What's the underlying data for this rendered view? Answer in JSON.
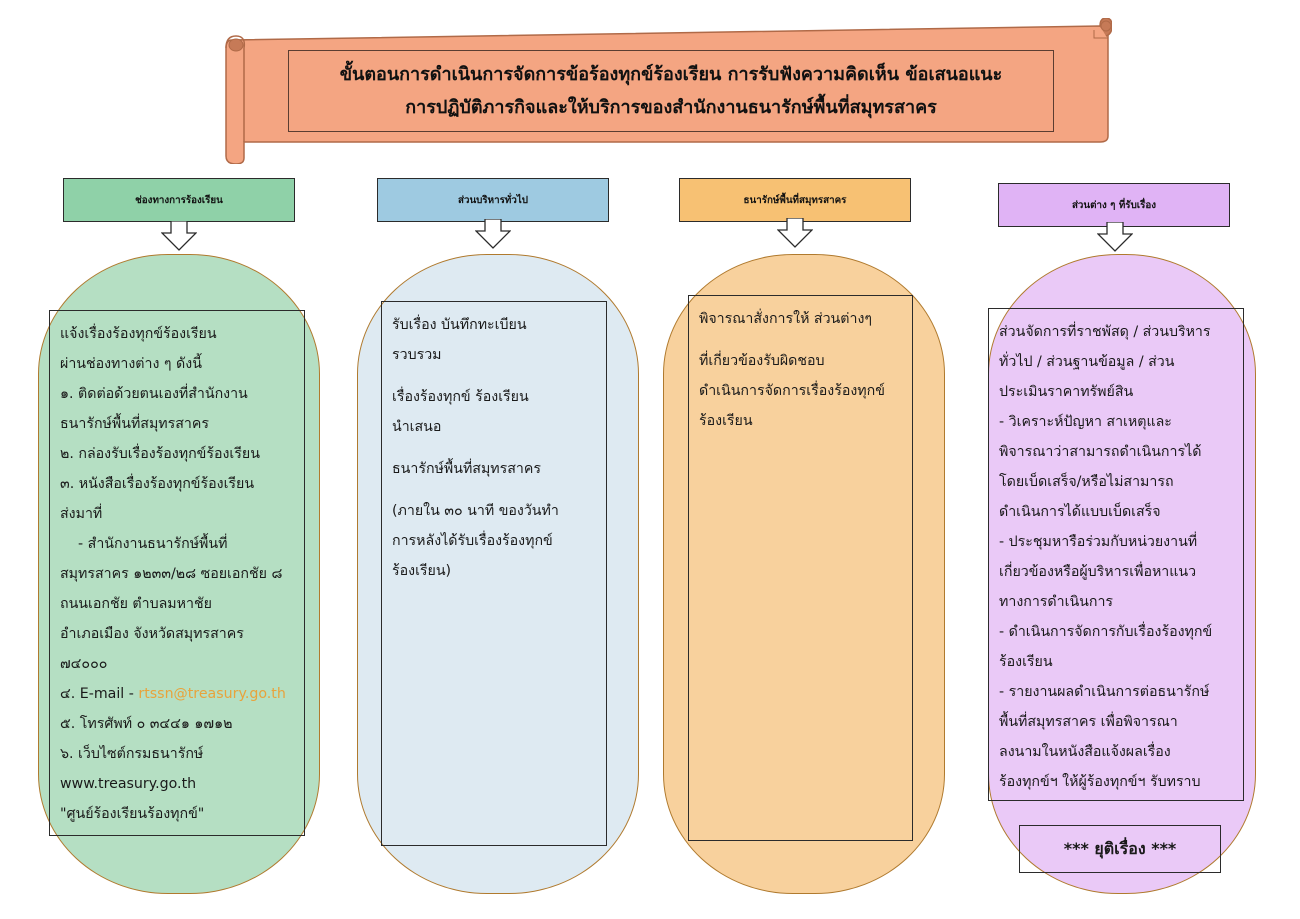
{
  "banner": {
    "title_line1": "ขั้นตอนการดำเนินการจัดการข้อร้องทุกข์ร้องเรียน การรับฟังความคิดเห็น ข้อเสนอแนะ",
    "title_line2": "การปฏิบัติภารกิจและให้บริการของสำนักงานธนารักษ์พื้นที่สมุทรสาคร",
    "fill_color": "#f4a582",
    "curl_color": "#c67a57"
  },
  "columns": [
    {
      "header": "ช่องทางการร้องเรียน",
      "header_color": "#8fd1a8",
      "body_color": "#b5dfc3",
      "lines": [
        "แจ้งเรื่องร้องทุกข์ร้องเรียน",
        "ผ่านช่องทางต่าง ๆ ดังนี้",
        "๑. ติดต่อด้วยตนเองที่สำนักงาน",
        "ธนารักษ์พื้นที่สมุทรสาคร",
        "๒. กล่องรับเรื่องร้องทุกข์ร้องเรียน",
        "๓. หนังสือเรื่องร้องทุกข์ร้องเรียน",
        "ส่งมาที่",
        "    - สำนักงานธนารักษ์พื้นที่",
        "สมุทรสาคร ๑๒๓๓/๒๘ ซอยเอกชัย ๘",
        "ถนนเอกชัย ตำบลมหาชัย",
        "อำเภอเมือง จังหวัดสมุทรสาคร",
        "๗๔๐๐๐"
      ],
      "email_label": "๔. E-mail - ",
      "email": "rtssn@treasury.go.th",
      "email_color": "#e8a33c",
      "lines_after": [
        "๕. โทรศัพท์ ๐ ๓๔๔๑ ๑๗๑๒",
        "๖. เว็บไซต์กรมธนารักษ์",
        "www.treasury.go.th",
        "\"ศูนย์ร้องเรียนร้องทุกข์\""
      ]
    },
    {
      "header": "ส่วนบริหารทั่วไป",
      "header_color": "#9ecae1",
      "body_color": "#deeaf2",
      "paragraphs": [
        [
          "รับเรื่อง บันทึกทะเบียน",
          "รวบรวม"
        ],
        [
          "เรื่องร้องทุกข์ ร้องเรียน",
          "นำเสนอ"
        ],
        [
          "ธนารักษ์พื้นที่สมุทรสาคร"
        ],
        [
          "(ภายใน ๓๐ นาที ของวันทำ",
          "การหลังได้รับเรื่องร้องทุกข์",
          "ร้องเรียน)"
        ]
      ]
    },
    {
      "header": "ธนารักษ์พื้นที่สมุทรสาคร",
      "header_color": "#f7c173",
      "body_color": "#f8d19d",
      "paragraphs": [
        [
          "พิจารณาสั่งการให้ ส่วนต่างๆ"
        ],
        [
          "ที่เกี่ยวข้องรับผิดชอบ",
          "ดำเนินการจัดการเรื่องร้องทุกข์",
          "ร้องเรียน"
        ]
      ]
    },
    {
      "header": "ส่วนต่าง ๆ ที่รับเรื่อง",
      "header_color": "#e0b3f5",
      "body_color": "#eac9f7",
      "lines": [
        "ส่วนจัดการที่ราชพัสดุ / ส่วนบริหาร",
        "ทั่วไป / ส่วนฐานข้อมูล / ส่วน",
        "ประเมินราคาทรัพย์สิน",
        "- วิเคราะห์ปัญหา สาเหตุและ",
        "พิจารณาว่าสามารถดำเนินการได้",
        "โดยเบ็ดเสร็จ/หรือไม่สามารถ",
        "ดำเนินการได้แบบเบ็ดเสร็จ",
        "- ประชุมหารือร่วมกับหน่วยงานที่",
        "เกี่ยวข้องหรือผู้บริหารเพื่อหาแนว",
        "ทางการดำเนินการ",
        "- ดำเนินการจัดการกับเรื่องร้องทุกข์",
        "ร้องเรียน",
        "- รายงานผลดำเนินการต่อธนารักษ์",
        "พื้นที่สมุทรสาคร เพื่อพิจารณา",
        "ลงนามในหนังสือแจ้งผลเรื่อง",
        "ร้องทุกข์ฯ ให้ผู้ร้องทุกข์ฯ รับทราบ"
      ],
      "end_label": "*** ยุติเรื่อง ***"
    }
  ]
}
